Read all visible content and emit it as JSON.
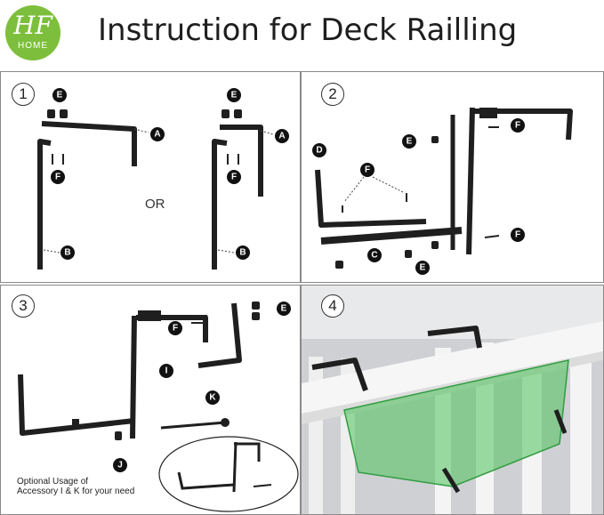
{
  "brand": {
    "logo_text": "HF",
    "logo_subtext": "HOME"
  },
  "header": {
    "title": "Instruction for Deck Railling"
  },
  "steps": [
    {
      "number": "1",
      "or_text": "OR"
    },
    {
      "number": "2"
    },
    {
      "number": "3",
      "note_line1": "Optional Usage of",
      "note_line2": "Accessory I & K for your need"
    },
    {
      "number": "4"
    }
  ],
  "part_labels": {
    "a": "A",
    "b": "B",
    "c": "C",
    "d": "D",
    "e": "E",
    "f": "F",
    "i": "I",
    "j": "J",
    "k": "K"
  },
  "colors": {
    "logo_green": "#7dbf3c",
    "bracket": "#1f1f1f",
    "planter_green": "#4cc35a",
    "railing": "#f2f2f2"
  }
}
